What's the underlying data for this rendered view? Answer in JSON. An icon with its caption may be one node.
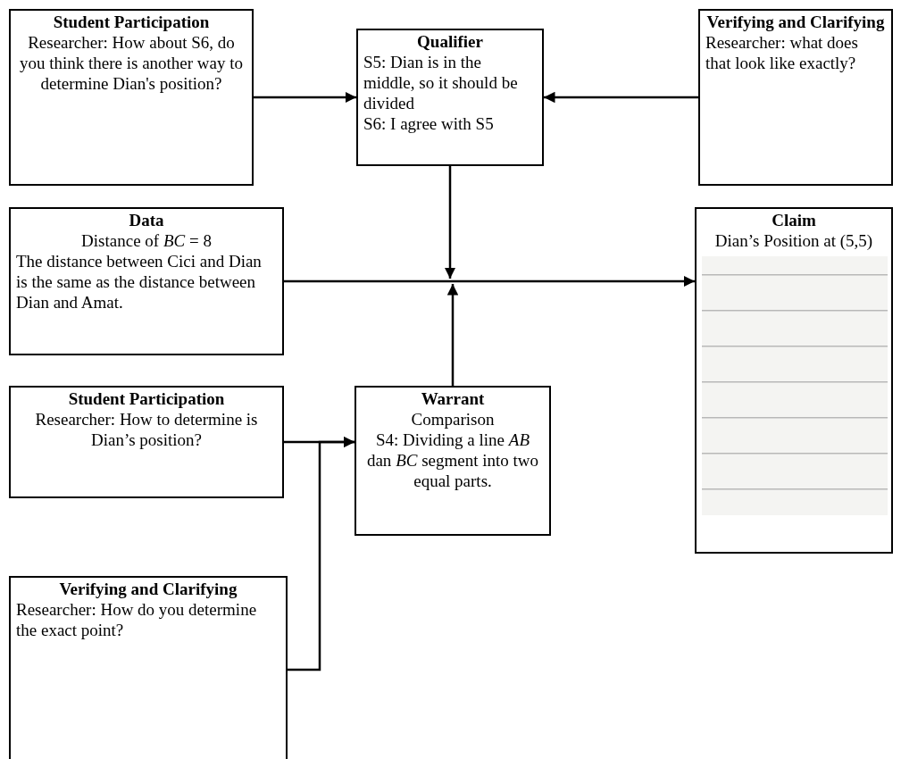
{
  "diagram": {
    "nodes": [
      {
        "text": [
          "Student Participation",
          "Researcher: How about S6, do you think there is another way to determine Dian's position?"
        ]
      },
      {
        "text": [
          "Qualifier",
          "S5: Dian is in the middle, so it should be divided",
          "S6: I agree with S5"
        ]
      },
      {
        "text": [
          "Verifying and Clarifying",
          "Researcher: what does that look like exactly?"
        ]
      },
      {
        "text": [
          "Data",
          "Distance of *BC* = 8",
          "The distance between Cici and Dian is the same as the distance between Dian and Amat."
        ]
      },
      {
        "text": [
          "Claim",
          "Dian’s Position at (5,5)"
        ]
      },
      {
        "text": [
          "Student Participation",
          "Researcher: How to determine is Dian’s position?"
        ]
      },
      {
        "text": [
          "Warrant",
          "Comparison",
          "S4: Dividing a line *AB* dan *BC* segment into two equal parts."
        ]
      },
      {
        "text": [
          "Verifying and Clarifying",
          "Researcher: How do you determine the exact point?"
        ]
      }
    ],
    "edges": [
      {
        "from": 0,
        "to": 1,
        "arrow": "to"
      },
      {
        "from": 2,
        "to": 1,
        "arrow": "to"
      },
      {
        "from": 1,
        "to": null,
        "arrow": "to"
      },
      {
        "from": 3,
        "to": 4,
        "arrow": "to"
      },
      {
        "from": 6,
        "to": null,
        "arrow": "to"
      },
      {
        "from": 5,
        "to": 6,
        "arrow": "to"
      },
      {
        "from": 7,
        "to": 6,
        "arrow": "to"
      }
    ]
  }
}
